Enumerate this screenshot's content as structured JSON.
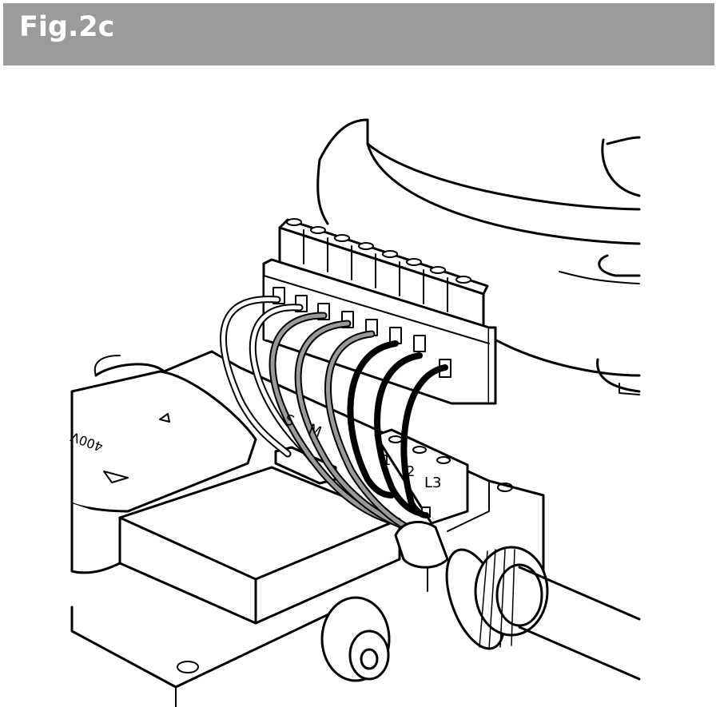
{
  "header": {
    "title": "Fig.2c"
  },
  "labels": {
    "voltage": "400V",
    "terminal_s": "S",
    "terminal_m": "M",
    "terminal_1": "1",
    "terminal_2": "2",
    "terminal_l3": "L3"
  },
  "colors": {
    "header_bg": "#9b9b9b",
    "header_text": "#ffffff",
    "wire_gray": "#9a9a9a",
    "wire_light": "#ffffff",
    "wire_black": "#000000"
  }
}
